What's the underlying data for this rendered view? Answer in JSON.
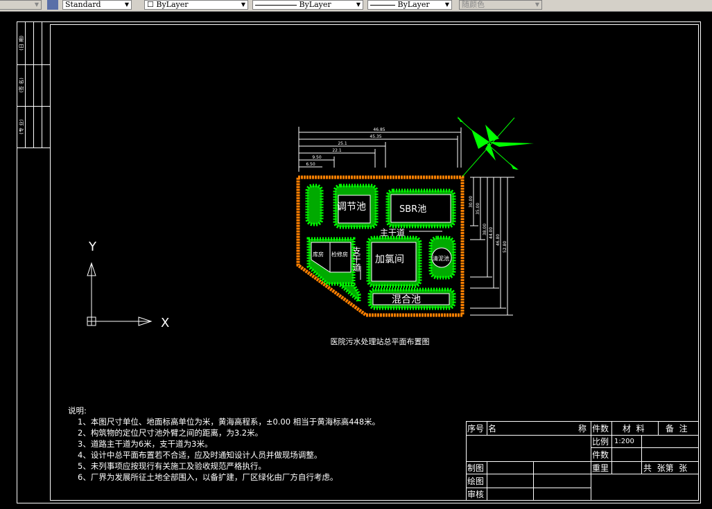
{
  "toolbar": {
    "text_style": "Standard",
    "layer": "ByLayer",
    "linetype": "ByLayer",
    "lineweight": "ByLayer",
    "color": "随颜色",
    "text_style_icon": "text-style-icon"
  },
  "side_strip": {
    "labels": [
      "(日 期)",
      "(签 名)",
      "(专 业)"
    ]
  },
  "drawing": {
    "title": "医院污水处理站总平面布置图",
    "axis_x": "X",
    "axis_y": "Y",
    "buildings": {
      "tiaojie": "调节池",
      "sbr": "SBR池",
      "kufang": "库房",
      "jianxiu": "检修房",
      "jialv": "加氯间",
      "qingni": "清泥池",
      "hunhe": "混合池"
    },
    "roads": {
      "main": "主干道",
      "branch": "支干道"
    },
    "top_dims": [
      "46.85",
      "45.35",
      "25.1",
      "22.1",
      "9.50",
      "6.50"
    ],
    "right_dims": [
      "30.00",
      "35.00",
      "38.00",
      "44.00",
      "46.80",
      "52.80"
    ],
    "colors": {
      "wall": "#ff8000",
      "green": "#00ff00",
      "line": "#ffffff"
    }
  },
  "notes": {
    "heading": "说明:",
    "items": [
      "1、本图尺寸单位、地面标高单位为米，黄海高程系，±0.00 相当于黄海标高448米。",
      "2、构筑物的定位尺寸池外臂之间的距离，为3.2米。",
      "3、道路主干道为6米，支干道为3米。",
      "4、设计中总平面布置若不合适，应及时通知设计人员并做现场调整。",
      "5、未列事项应按现行有关施工及验收规范严格执行。",
      "6、厂界为发展所征土地全部围入，以备扩建，厂区绿化由厂方自行考虑。"
    ]
  },
  "title_block": {
    "seq": "序号",
    "name": "名",
    "name2": "称",
    "count": "件数",
    "material": "材  料",
    "remark": "备  注",
    "scale_label": "比例",
    "scale": "1:200",
    "count2": "件数",
    "weight": "重里",
    "sheets": "共  张第  张",
    "draw": "制图",
    "drafting": "绘图",
    "review": "审核"
  }
}
